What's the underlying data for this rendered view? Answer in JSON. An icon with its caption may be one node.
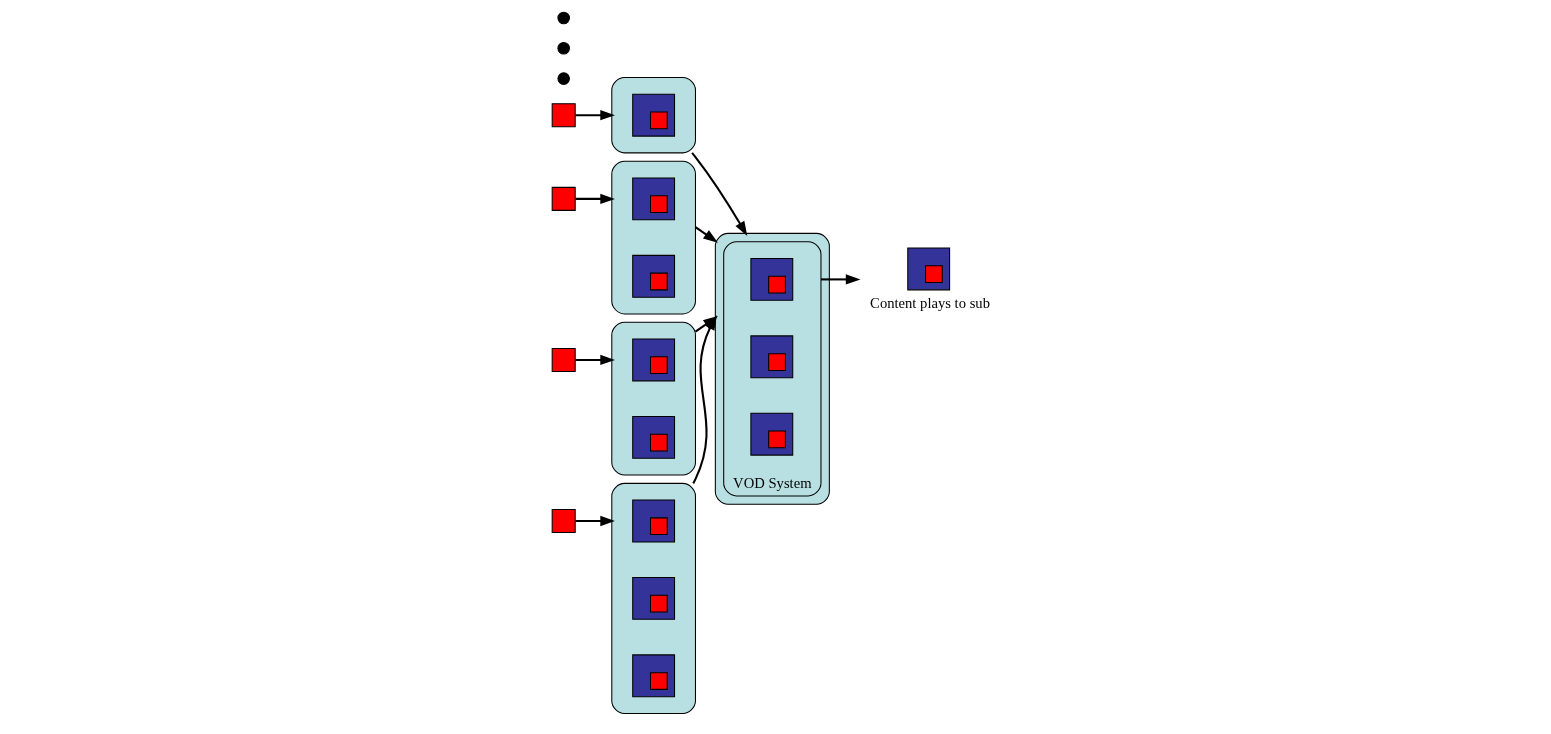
{
  "diagram": {
    "nodes": [
      {
        "text": [],
        "shape": "box"
      },
      {
        "text": [],
        "shape": "box"
      },
      {
        "text": [],
        "shape": "picture",
        "in": 1
      },
      {
        "text": [],
        "shape": "box"
      },
      {
        "text": [],
        "shape": "box"
      },
      {
        "text": [],
        "shape": "picture",
        "in": 4
      },
      {
        "text": [],
        "shape": "picture",
        "in": 4
      },
      {
        "text": [],
        "shape": "box"
      },
      {
        "text": [],
        "shape": "box"
      },
      {
        "text": [],
        "shape": "picture",
        "in": 8
      },
      {
        "text": [],
        "shape": "picture",
        "in": 8
      },
      {
        "text": [],
        "shape": "circle"
      },
      {
        "text": [],
        "shape": "circle"
      },
      {
        "text": [],
        "shape": "circle"
      },
      {
        "text": [],
        "shape": "box"
      },
      {
        "text": [],
        "shape": "box"
      },
      {
        "text": [],
        "shape": "picture",
        "in": 15
      },
      {
        "text": [],
        "shape": "picture",
        "in": 15
      },
      {
        "text": [],
        "shape": "picture",
        "in": 15
      },
      {
        "text": [],
        "shape": "box"
      },
      {
        "text": [
          "VOD System"
        ],
        "in": 19
      },
      {
        "text": [],
        "shape": "picture",
        "in": 20
      },
      {
        "text": [],
        "shape": "picture",
        "in": 20
      },
      {
        "text": [],
        "shape": "picture",
        "in": 20
      },
      {
        "text": [],
        "shape": "picture",
        "beside": [
          "Content plays to sub"
        ]
      }
    ],
    "edges": [
      {
        "from": 0,
        "to": 1,
        "arrow": "to"
      },
      {
        "from": 3,
        "to": 4,
        "arrow": "to"
      },
      {
        "from": 7,
        "to": 8,
        "arrow": "to"
      },
      {
        "from": 14,
        "to": 15,
        "arrow": "to"
      },
      {
        "from": 1,
        "to": 19,
        "arrow": "to"
      },
      {
        "from": 4,
        "to": 19,
        "arrow": "to"
      },
      {
        "from": 8,
        "to": 19,
        "arrow": "to"
      },
      {
        "from": 15,
        "to": 19,
        "arrow": "to"
      },
      {
        "from": 20,
        "to": 24,
        "arrow": "to"
      }
    ]
  }
}
